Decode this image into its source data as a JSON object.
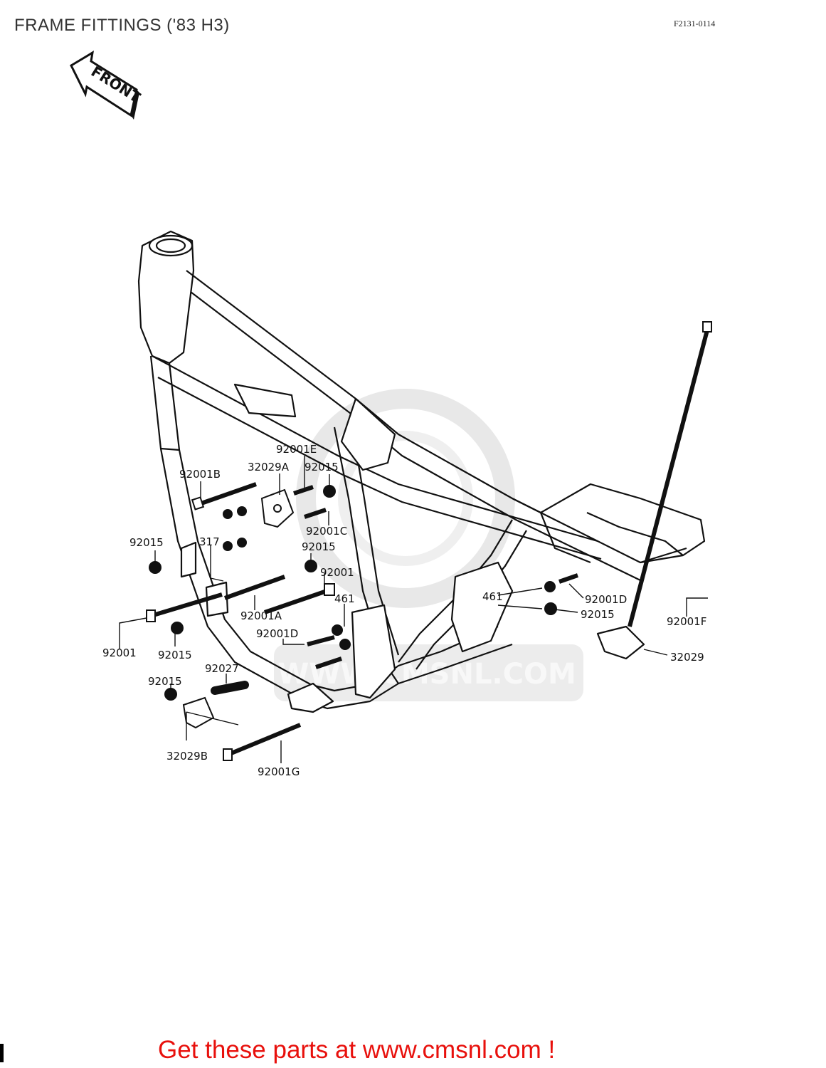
{
  "header": {
    "title": "FRAME FITTINGS ('83 H3)",
    "diagram_code": "F2131-0114"
  },
  "front_badge": {
    "label": "FRONT"
  },
  "watermark": {
    "text": "WWW.CMSNL.COM"
  },
  "part_labels": {
    "l92001E": "92001E",
    "l32029A": "32029A",
    "l92015_top": "92015",
    "l92001B": "92001B",
    "l92001C": "92001C",
    "l92015_left": "92015",
    "l317": "317",
    "l92015_mid": "92015",
    "l92001_mid": "92001",
    "l92001A": "92001A",
    "l461_left": "461",
    "l461_right": "461",
    "l92001D_right": "92001D",
    "l92015_right": "92015",
    "l92001F": "92001F",
    "l92001_left": "92001",
    "l92015_low": "92015",
    "l92001D_low": "92001D",
    "l32029": "32029",
    "l92027": "92027",
    "l92015_bottom": "92015",
    "l32029B": "32029B",
    "l92001G": "92001G"
  },
  "footer": {
    "cta": "Get these parts at www.cmsnl.com !"
  },
  "colors": {
    "footer_text": "#e8100c",
    "line_art": "#111111",
    "watermark": "#d9d9d9"
  }
}
